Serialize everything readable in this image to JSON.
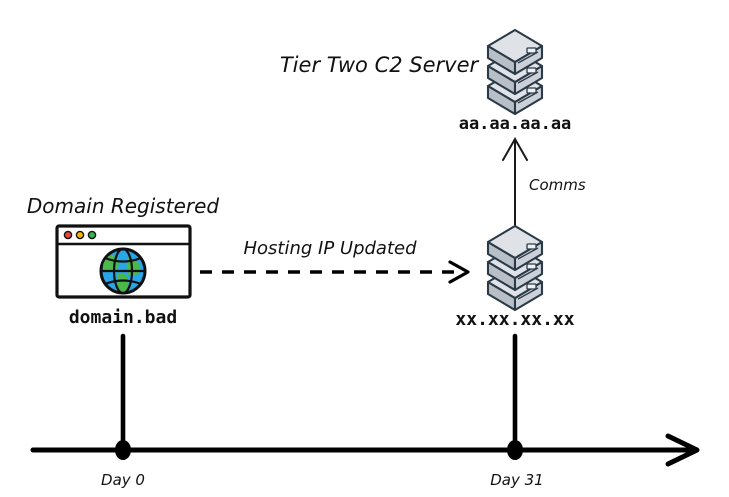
{
  "diagram": {
    "title": "Tier Two C2 Server",
    "background_color": "#ffffff",
    "ink_color": "#000000"
  },
  "nodes": {
    "tier_two_server": {
      "label": "Tier Two C2 Server",
      "ip": "aa.aa.aa.aa",
      "icon": "server-stack-icon"
    },
    "hosting_server": {
      "ip": "xx.xx.xx.xx",
      "icon": "server-stack-icon"
    },
    "domain": {
      "label": "Domain Registered",
      "value": "domain.bad",
      "icon": "browser-window-globe-icon",
      "traffic_lights": [
        "#e8453c",
        "#f2b600",
        "#2dbb4e"
      ]
    }
  },
  "edges": {
    "hosting_update": {
      "label": "Hosting IP Updated",
      "style": "dashed",
      "direction": "right"
    },
    "comms": {
      "label": "Comms",
      "style": "solid",
      "direction": "up"
    }
  },
  "timeline": {
    "axis_label": "timeline-axis",
    "events": [
      {
        "label": "Day 0",
        "day": 0
      },
      {
        "label": "Day 31",
        "day": 31
      }
    ]
  }
}
